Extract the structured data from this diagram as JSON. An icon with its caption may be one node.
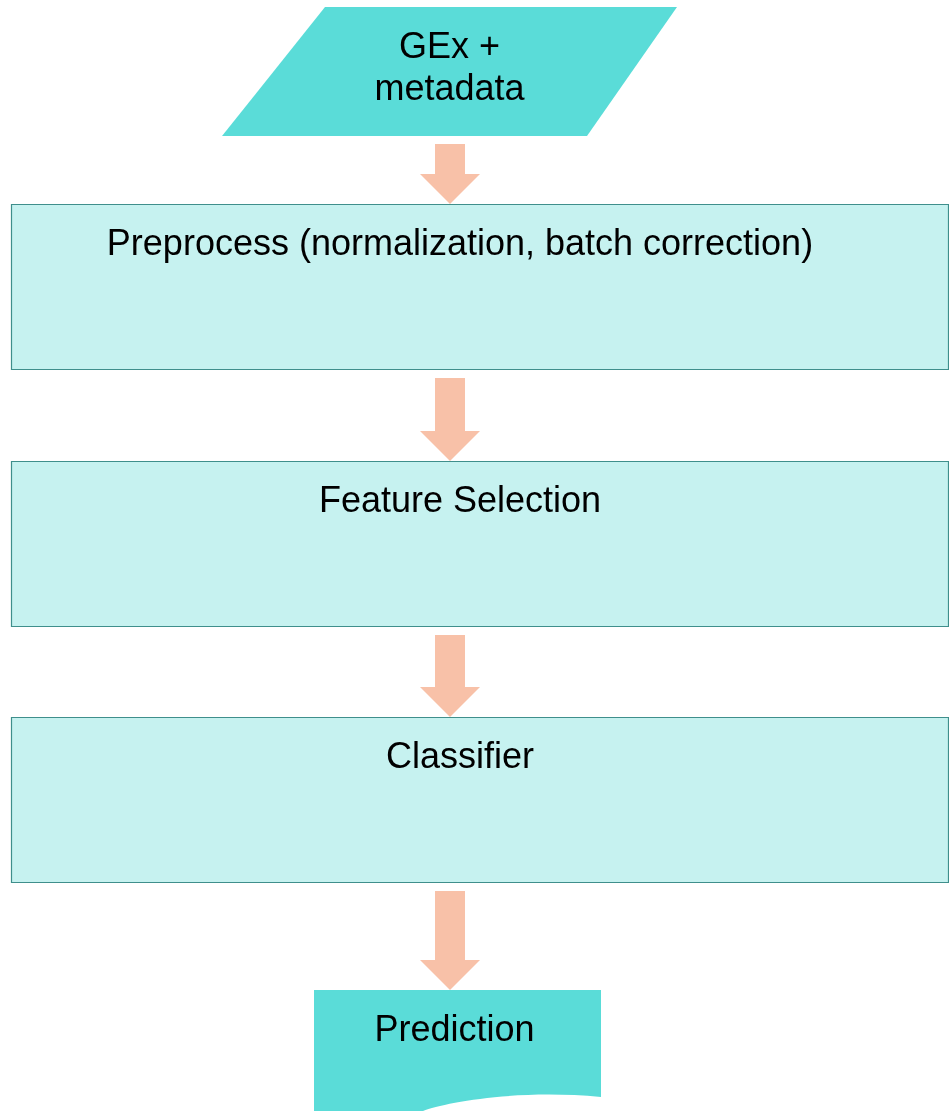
{
  "diagram": {
    "nodes": [
      {
        "text": [
          "GEx + metadata"
        ]
      },
      {
        "text": [
          "Preprocess (normalization, batch correction)"
        ]
      },
      {
        "text": [
          "Feature Selection"
        ]
      },
      {
        "text": [
          "Classifier"
        ]
      },
      {
        "text": [
          "Prediction"
        ]
      }
    ],
    "edges": [
      {
        "from": 0,
        "to": 1,
        "arrow": "to"
      },
      {
        "from": 1,
        "to": 2,
        "arrow": "to"
      },
      {
        "from": 2,
        "to": 3,
        "arrow": "to"
      },
      {
        "from": 3,
        "to": 4,
        "arrow": "to"
      }
    ]
  }
}
